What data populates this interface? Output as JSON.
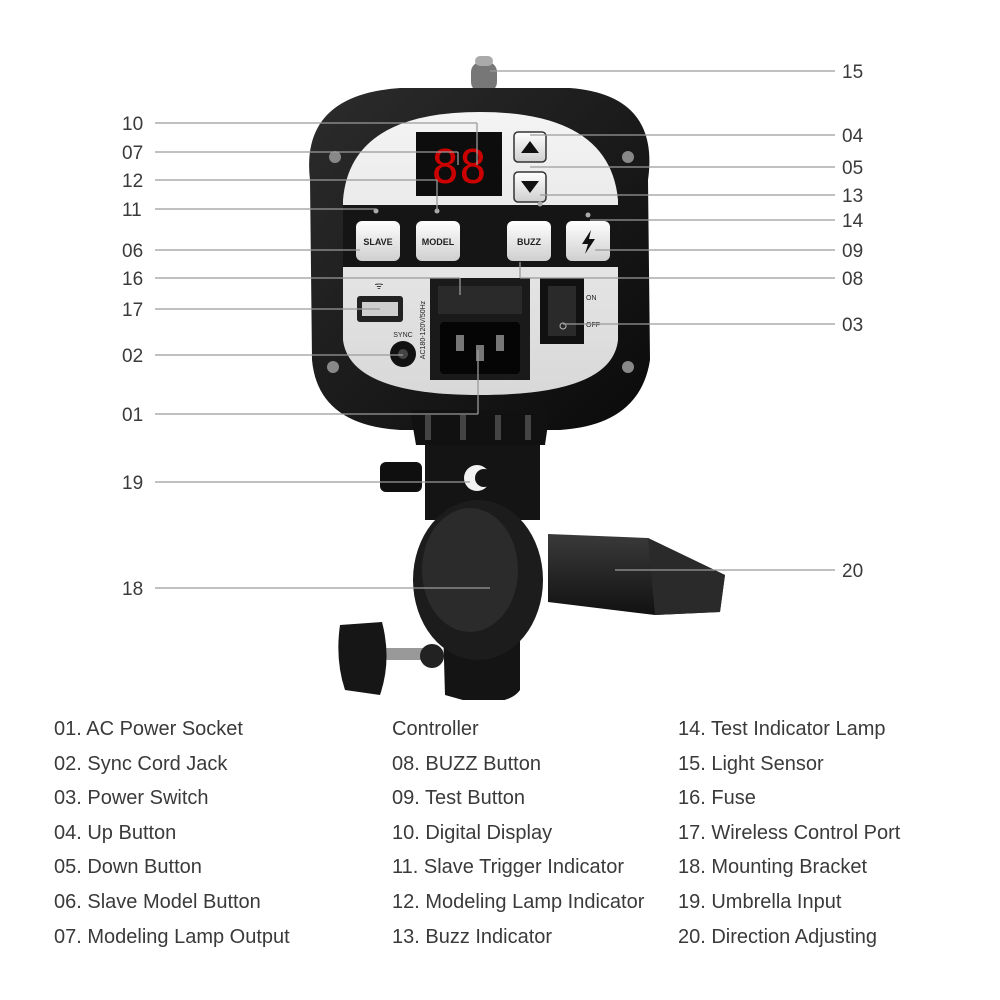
{
  "device": {
    "display_digits": "88",
    "buttons": {
      "slave": "SLAVE",
      "model": "MODEL",
      "buzz": "BUZZ"
    },
    "labels": {
      "sync": "SYNC",
      "on": "ON",
      "off": "OFF",
      "voltage": "AC180-120V/50Hz"
    }
  },
  "callouts": {
    "c15": "15",
    "c10": "10",
    "c04": "04",
    "c07": "07",
    "c05": "05",
    "c12": "12",
    "c13": "13",
    "c11": "11",
    "c14": "14",
    "c06": "06",
    "c09": "09",
    "c16": "16",
    "c08": "08",
    "c17": "17",
    "c03": "03",
    "c02": "02",
    "c01": "01",
    "c19": "19",
    "c20": "20",
    "c18": "18"
  },
  "legend": {
    "col1": [
      "01. AC Power Socket",
      "02. Sync Cord Jack",
      "03. Power Switch",
      "04. Up Button",
      "05. Down Button",
      "06. Slave Model Button",
      "07. Modeling Lamp Output"
    ],
    "col2": [
      "Controller",
      "08. BUZZ Button",
      "09. Test Button",
      "10. Digital Display",
      "11. Slave Trigger Indicator",
      "12. Modeling Lamp Indicator",
      "13. Buzz Indicator"
    ],
    "col3": [
      "14. Test Indicator Lamp",
      "15. Light Sensor",
      "16. Fuse",
      "17. Wireless Control Port",
      "18. Mounting Bracket",
      "19. Umbrella Input",
      "20. Direction Adjusting"
    ]
  }
}
